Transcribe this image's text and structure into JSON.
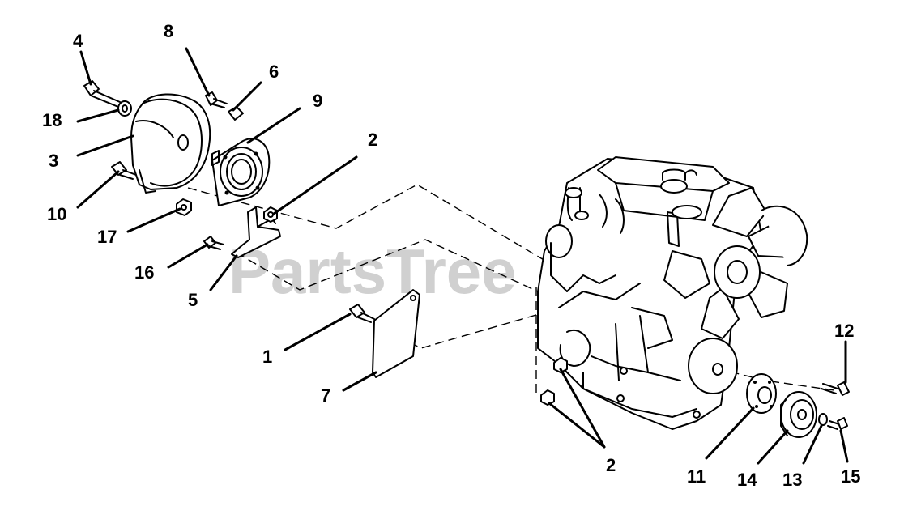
{
  "watermark": "PartsTree",
  "callouts": [
    {
      "id": "c4",
      "text": "4"
    },
    {
      "id": "c8",
      "text": "8"
    },
    {
      "id": "c6",
      "text": "6"
    },
    {
      "id": "c9",
      "text": "9"
    },
    {
      "id": "c18",
      "text": "18"
    },
    {
      "id": "c3",
      "text": "3"
    },
    {
      "id": "c2a",
      "text": "2"
    },
    {
      "id": "c10",
      "text": "10"
    },
    {
      "id": "c17",
      "text": "17"
    },
    {
      "id": "c16",
      "text": "16"
    },
    {
      "id": "c5",
      "text": "5"
    },
    {
      "id": "c1",
      "text": "1"
    },
    {
      "id": "c7",
      "text": "7"
    },
    {
      "id": "c12",
      "text": "12"
    },
    {
      "id": "c2b",
      "text": "2"
    },
    {
      "id": "c11",
      "text": "11"
    },
    {
      "id": "c14",
      "text": "14"
    },
    {
      "id": "c13",
      "text": "13"
    },
    {
      "id": "c15",
      "text": "15"
    }
  ]
}
